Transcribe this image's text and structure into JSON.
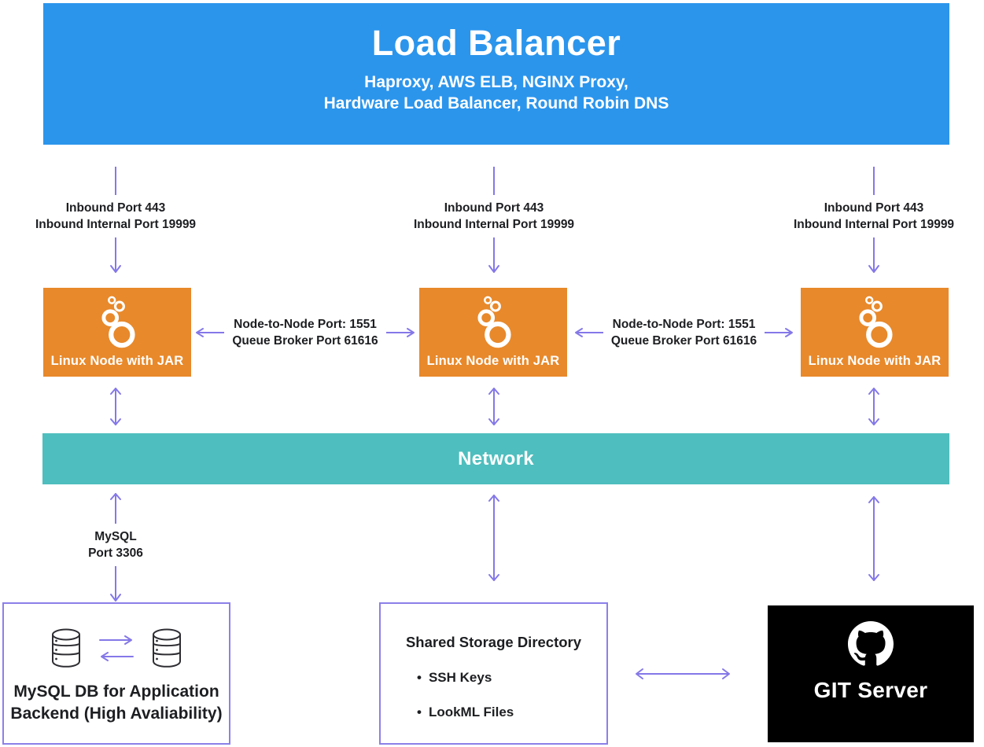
{
  "colors": {
    "load_balancer_blue": "#2B95EC",
    "node_orange": "#E8892B",
    "network_teal": "#4FBEBE",
    "arrow_purple": "#8478E8",
    "box_border_purple": "#8C80E8",
    "git_black": "#000000",
    "text_dark": "#1D1E21",
    "white": "#FFFFFF"
  },
  "load_balancer": {
    "title": "Load Balancer",
    "subtitle_line1": "Haproxy, AWS ELB, NGINX Proxy,",
    "subtitle_line2": "Hardware Load Balancer, Round Robin DNS"
  },
  "inbound_label": {
    "line1": "Inbound Port 443",
    "line2": "Inbound Internal Port 19999"
  },
  "node_link_label": {
    "line1": "Node-to-Node Port: 1551",
    "line2": "Queue Broker Port 61616"
  },
  "nodes": [
    {
      "label": "Linux Node with JAR"
    },
    {
      "label": "Linux Node with JAR"
    },
    {
      "label": "Linux Node with JAR"
    }
  ],
  "network": {
    "label": "Network"
  },
  "mysql_link_label": {
    "line1": "MySQL",
    "line2": "Port 3306"
  },
  "mysql_box": {
    "title_line1": "MySQL DB for Application",
    "title_line2": "Backend (High Avaliability)"
  },
  "storage_box": {
    "title": "Shared Storage Directory",
    "bullet": "•",
    "items": [
      "SSH Keys",
      "LookML Files"
    ]
  },
  "git_box": {
    "label": "GIT Server"
  }
}
